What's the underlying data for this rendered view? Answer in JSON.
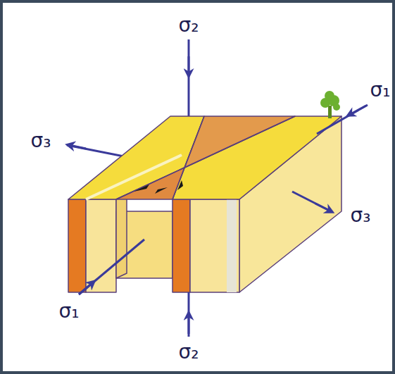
{
  "diagram": {
    "labels": [
      "σ₂",
      "σ₁",
      "σ₃",
      "σ₃",
      "σ₁",
      "σ₂"
    ]
  }
}
